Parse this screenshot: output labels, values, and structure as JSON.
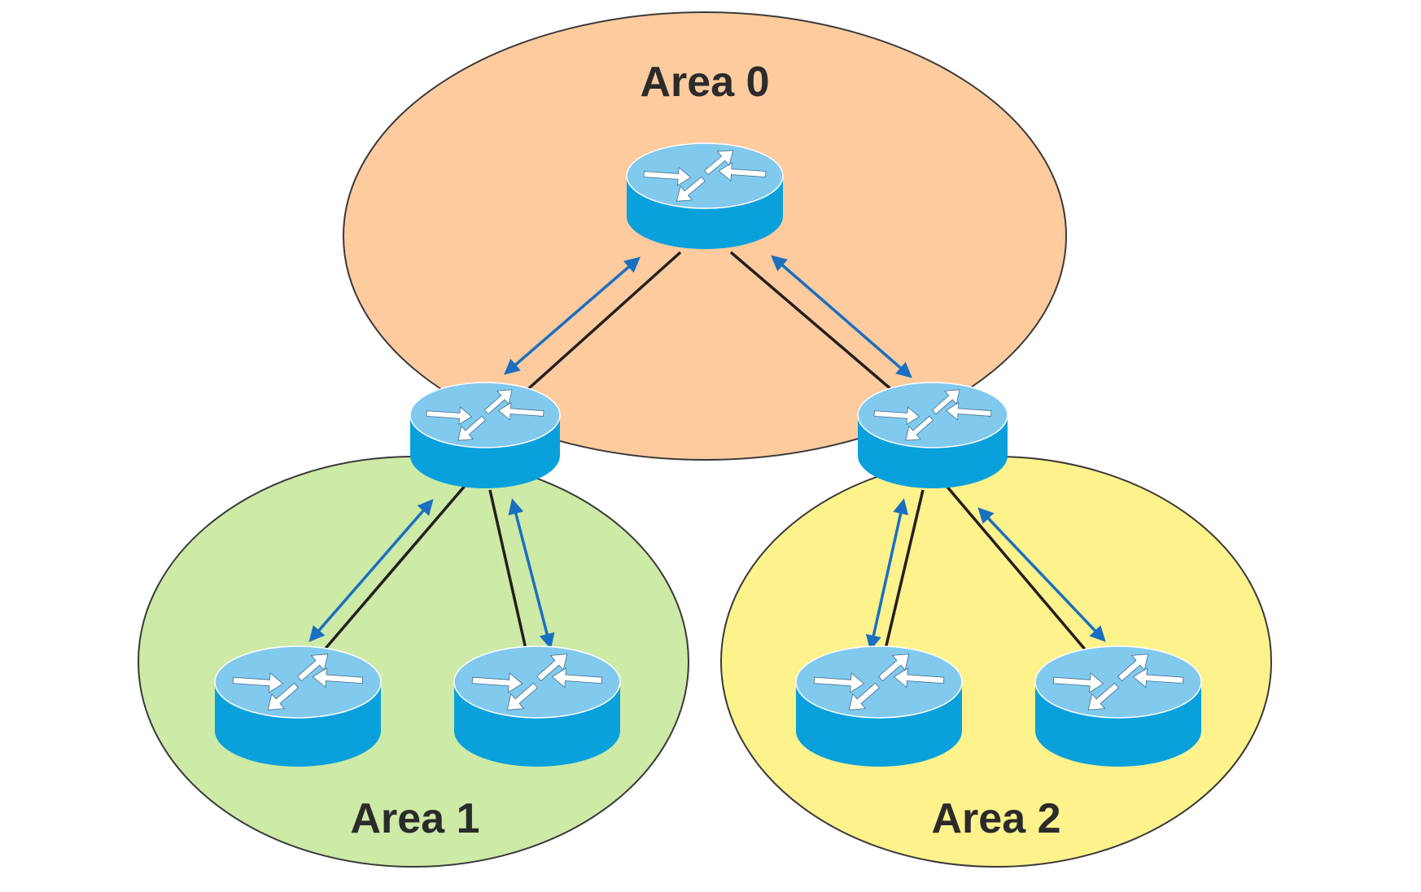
{
  "colors": {
    "area0_fill": "#fdcb9e",
    "area1_fill": "#cdeaa6",
    "area2_fill": "#fdf28c",
    "area_stroke": "#3a3a3a",
    "link": "#231f20",
    "adjacency_arrow": "#1a6fc0",
    "router_top": "#82c9ee",
    "router_side": "#0aa0dc",
    "router_arrow": "#ffffff"
  },
  "icons": {
    "router": "router-icon"
  },
  "areas": [
    {
      "id": "area0",
      "label": "Area 0"
    },
    {
      "id": "area1",
      "label": "Area 1"
    },
    {
      "id": "area2",
      "label": "Area 2"
    }
  ],
  "routers": [
    {
      "id": "backbone",
      "area": "area0"
    },
    {
      "id": "abr-left",
      "area": "area0/area1"
    },
    {
      "id": "abr-right",
      "area": "area0/area2"
    },
    {
      "id": "area1-left",
      "area": "area1"
    },
    {
      "id": "area1-right",
      "area": "area1"
    },
    {
      "id": "area2-left",
      "area": "area2"
    },
    {
      "id": "area2-right",
      "area": "area2"
    }
  ],
  "links": [
    {
      "from": "backbone",
      "to": "abr-left"
    },
    {
      "from": "backbone",
      "to": "abr-right"
    },
    {
      "from": "abr-left",
      "to": "area1-left"
    },
    {
      "from": "abr-left",
      "to": "area1-right"
    },
    {
      "from": "abr-right",
      "to": "area2-left"
    },
    {
      "from": "abr-right",
      "to": "area2-right"
    }
  ]
}
